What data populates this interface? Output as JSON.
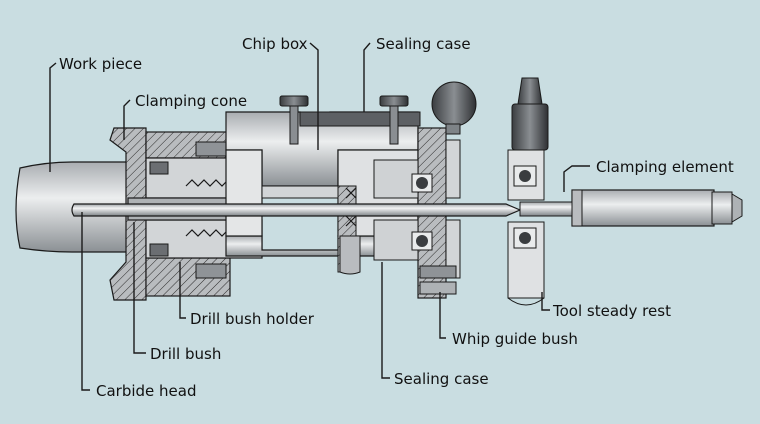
{
  "labels": {
    "work_piece": "Work piece",
    "clamping_cone": "Clamping cone",
    "chip_box": "Chip box",
    "sealing_case_top": "Sealing case",
    "clamping_element": "Clamping element",
    "drill_bush_holder": "Drill bush holder",
    "drill_bush": "Drill bush",
    "carbide_head": "Carbide head",
    "tool_steady_rest": "Tool steady rest",
    "whip_guide_bush": "Whip guide bush",
    "sealing_case_bottom": "Sealing case"
  },
  "colors": {
    "background": "#c9dde1",
    "metal_light": "#e4e6e7",
    "metal_mid": "#b9bcbf",
    "metal_dark": "#6b6e72",
    "outline": "#1a1a1a"
  }
}
